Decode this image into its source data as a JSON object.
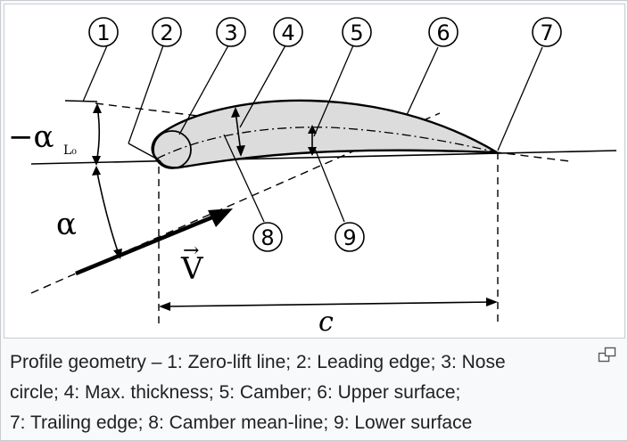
{
  "figure": {
    "callouts": [
      "1",
      "2",
      "3",
      "4",
      "5",
      "6",
      "7",
      "8",
      "9"
    ],
    "alpha_zero_lift": "−α",
    "alpha_zero_lift_sub": "L₀",
    "alpha": "α",
    "velocity": "V",
    "velocity_arrow": "→",
    "chord": "c"
  },
  "caption": {
    "line1": "Profile geometry – 1: Zero-lift line; 2: Leading edge; 3: Nose",
    "line2": "circle; 4: Max. thickness; 5: Camber; 6: Upper surface;",
    "line3": "7: Trailing edge; 8: Camber mean-line; 9: Lower surface"
  },
  "icons": {
    "enlarge": "enlarge-icon"
  },
  "colors": {
    "airfoil_fill": "#dcdcdc",
    "ink": "#000000",
    "caption_text": "#202122",
    "border": "#c8ccd1"
  }
}
